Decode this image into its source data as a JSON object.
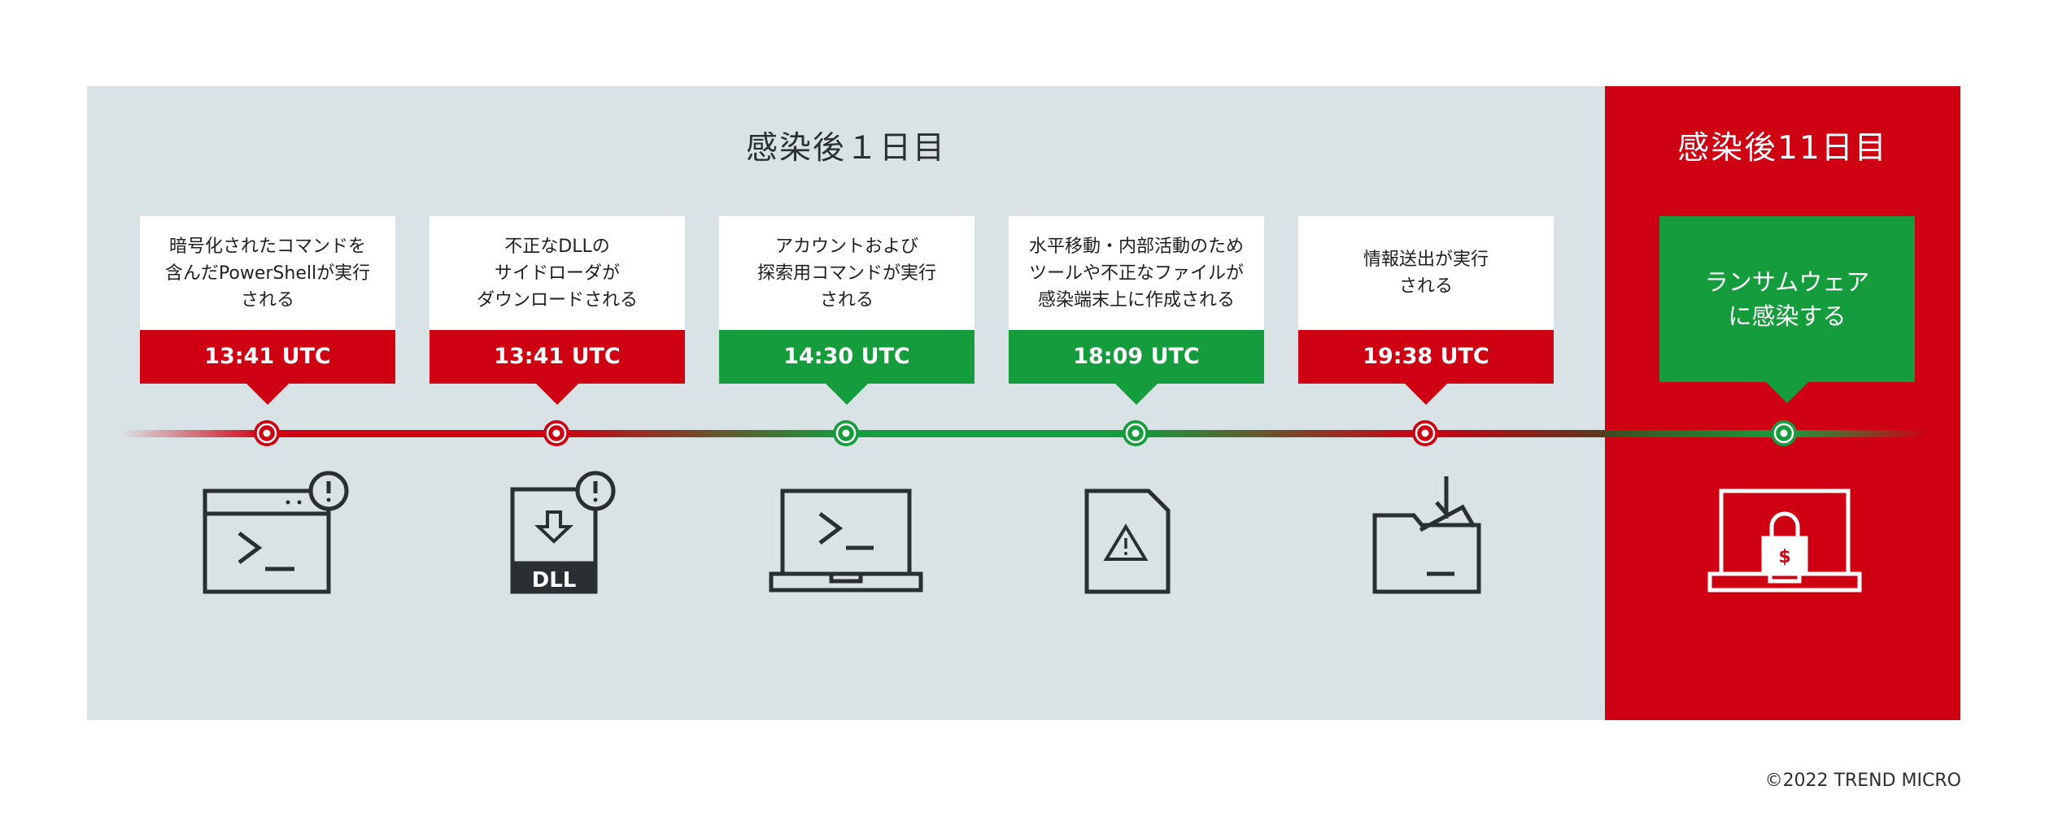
{
  "title_main": "感染後１日目",
  "title_final": "感染後11日目",
  "events": [
    {
      "description": "暗号化されたコマンドを\n含んだPowerShellが実行\nされる",
      "time": "13:41 UTC",
      "color": "red",
      "icon": "terminal-window-alert-icon"
    },
    {
      "description": "不正なDLLの\nサイドローダが\nダウンロードされる",
      "time": "13:41 UTC",
      "color": "red",
      "icon": "dll-download-alert-icon"
    },
    {
      "description": "アカウントおよび\n探索用コマンドが実行\nされる",
      "time": "14:30 UTC",
      "color": "green",
      "icon": "laptop-terminal-icon"
    },
    {
      "description": "水平移動・内部活動のため\nツールや不正なファイルが\n感染端末上に作成される",
      "time": "18:09 UTC",
      "color": "green",
      "icon": "file-warning-icon"
    },
    {
      "description": "情報送出が実行\nされる",
      "time": "19:38 UTC",
      "color": "red",
      "icon": "folder-exfiltration-icon"
    }
  ],
  "final_event": {
    "description": "ランサムウェア\nに感染する",
    "color": "green",
    "icon": "laptop-ransom-lock-icon"
  },
  "colors": {
    "red": "#ce0012",
    "green": "#159c3d",
    "panel": "#d9e2e5",
    "icon": "#2a2f33"
  },
  "copyright": "©2022 TREND MICRO"
}
